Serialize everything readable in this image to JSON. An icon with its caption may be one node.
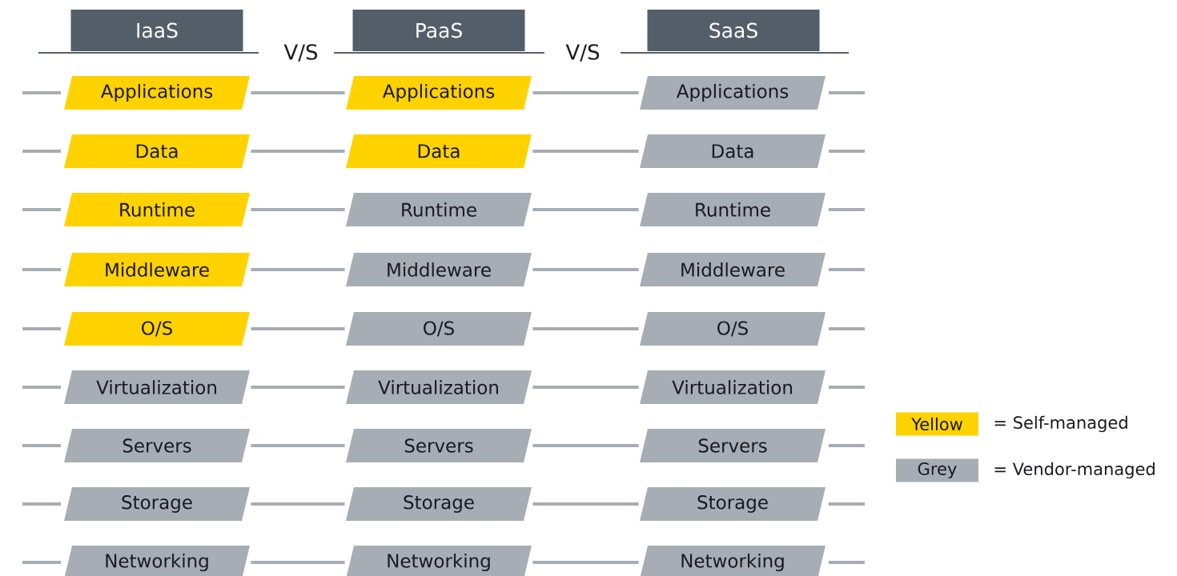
{
  "diagram": {
    "nodes": [
      {
        "text": [
          "IaaS"
        ]
      },
      {
        "text": [
          "PaaS"
        ]
      },
      {
        "text": [
          "SaaS"
        ]
      },
      {
        "text": [
          "Applications"
        ]
      },
      {
        "text": [
          "Applications"
        ]
      },
      {
        "text": [
          "Applications"
        ]
      },
      {
        "text": [
          "Data"
        ]
      },
      {
        "text": [
          "Data"
        ]
      },
      {
        "text": [
          "Data"
        ]
      },
      {
        "text": [
          "Runtime"
        ]
      },
      {
        "text": [
          "Runtime"
        ]
      },
      {
        "text": [
          "Runtime"
        ]
      },
      {
        "text": [
          "Middleware"
        ]
      },
      {
        "text": [
          "Middleware"
        ]
      },
      {
        "text": [
          "Middleware"
        ]
      },
      {
        "text": [
          "O/S"
        ]
      },
      {
        "text": [
          "O/S"
        ]
      },
      {
        "text": [
          "O/S"
        ]
      },
      {
        "text": [
          "Virtualization"
        ]
      },
      {
        "text": [
          "Virtualization"
        ]
      },
      {
        "text": [
          "Virtualization"
        ]
      },
      {
        "text": [
          "Servers"
        ]
      },
      {
        "text": [
          "Servers"
        ]
      },
      {
        "text": [
          "Servers"
        ]
      },
      {
        "text": [
          "Storage"
        ]
      },
      {
        "text": [
          "Storage"
        ]
      },
      {
        "text": [
          "Storage"
        ]
      },
      {
        "text": [
          "Networking"
        ]
      },
      {
        "text": [
          "Networking"
        ]
      },
      {
        "text": [
          "Networking"
        ]
      }
    ],
    "edges": [
      {
        "from": 3,
        "to": 4,
        "arrow": "none"
      },
      {
        "from": 4,
        "to": 5,
        "arrow": "none"
      },
      {
        "from": 6,
        "to": 7,
        "arrow": "none"
      },
      {
        "from": 7,
        "to": 8,
        "arrow": "none"
      },
      {
        "from": 9,
        "to": 10,
        "arrow": "none"
      },
      {
        "from": 10,
        "to": 11,
        "arrow": "none"
      },
      {
        "from": 12,
        "to": 13,
        "arrow": "none"
      },
      {
        "from": 13,
        "to": 14,
        "arrow": "none"
      },
      {
        "from": 15,
        "to": 16,
        "arrow": "none"
      },
      {
        "from": 16,
        "to": 17,
        "arrow": "none"
      },
      {
        "from": 18,
        "to": 19,
        "arrow": "none"
      },
      {
        "from": 19,
        "to": 20,
        "arrow": "none"
      },
      {
        "from": 21,
        "to": 22,
        "arrow": "none"
      },
      {
        "from": 22,
        "to": 23,
        "arrow": "none"
      },
      {
        "from": 24,
        "to": 25,
        "arrow": "none"
      },
      {
        "from": 25,
        "to": 26,
        "arrow": "none"
      },
      {
        "from": 27,
        "to": 28,
        "arrow": "none"
      },
      {
        "from": 28,
        "to": 29,
        "arrow": "none"
      }
    ],
    "labels": [
      "V/S",
      "V/S",
      "Yellow",
      "Grey"
    ],
    "legend": [
      {
        "text": "= Self-managed",
        "color": "#ffd200"
      },
      {
        "text": "= Vendor-managed",
        "color": "#a7adb4"
      }
    ]
  }
}
